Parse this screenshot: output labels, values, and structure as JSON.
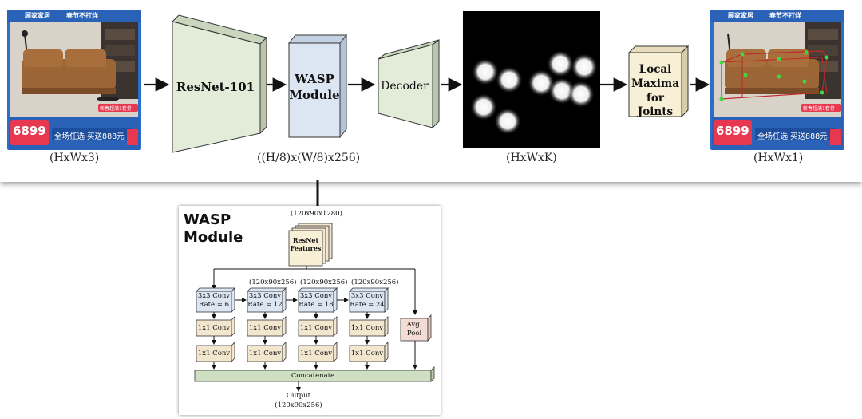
{
  "pipeline": {
    "input_dim": "(HxWx3)",
    "resnet_label": "ResNet-101",
    "wasp_label_line1": "WASP",
    "wasp_label_line2": "Module",
    "wasp_dim": "((H/8)x(W/8)x256)",
    "decoder_label": "Decoder",
    "heatmap_dim": "(HxWxK)",
    "maxima_line1": "Local",
    "maxima_line2": "Maxima",
    "maxima_line3": "for Joints",
    "output_dim": "(HxWx1)"
  },
  "ad": {
    "header_brand": "顾家家居",
    "header_slogan": "春节不打烊",
    "price": "6899",
    "banner": "全场任选 买送888元",
    "coupon": "新春超满1套券"
  },
  "wasp": {
    "title": "WASP\nModule",
    "resnet_dim": "(120x90x1280)",
    "resnet_line1": "ResNet",
    "resnet_line2": "Features",
    "branches": [
      {
        "dim": "",
        "line1": "3x3 Conv",
        "line2": "Rate = 6"
      },
      {
        "dim": "(120x90x256)",
        "line1": "3x3 Conv",
        "line2": "Rate = 12"
      },
      {
        "dim": "(120x90x256)",
        "line1": "3x3 Conv",
        "line2": "Rate = 18"
      },
      {
        "dim": "(120x90x256)",
        "line1": "3x3 Conv",
        "line2": "Rate = 24"
      }
    ],
    "conv1x1": "1x1 Conv",
    "avgpool_line1": "Avg.",
    "avgpool_line2": "Pool",
    "concat": "Concatenate",
    "output_label": "Output",
    "output_dim": "(120x90x256)"
  },
  "colors": {
    "resnet_block": "#e3ecd8",
    "wasp_block": "#dce6f2",
    "maxima_block": "#f7efd6",
    "conv_block": "#dce6f2",
    "conv1_block": "#f3e6cf",
    "pool_block": "#f2dcd4",
    "concat_block": "#cfe0c2"
  }
}
